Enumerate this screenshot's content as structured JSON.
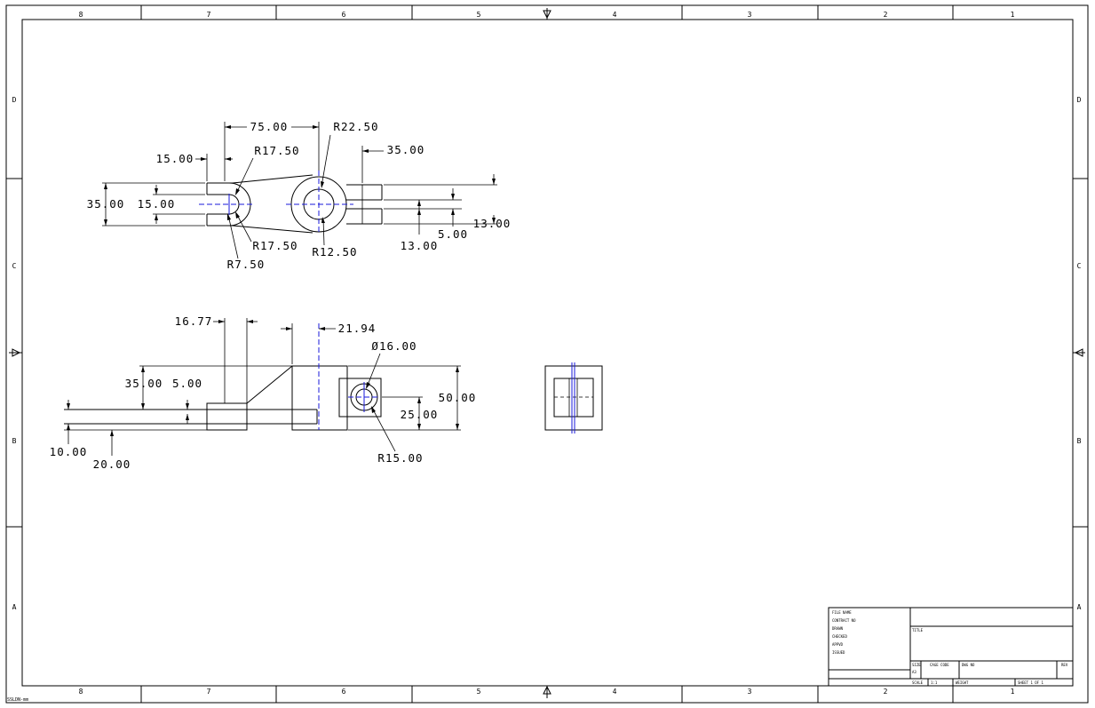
{
  "zones": {
    "columns": [
      "8",
      "7",
      "6",
      "5",
      "4",
      "3",
      "2",
      "1"
    ],
    "rows": [
      "D",
      "C",
      "B",
      "A"
    ]
  },
  "top_view": {
    "dims": {
      "d75": "75.00",
      "r22": "R22.50",
      "d35a": "35.00",
      "r17a": "R17.50",
      "d15a": "15.00",
      "d35b": "35.00",
      "d15b": "15.00",
      "d13a": "13.00",
      "d5": "5.00",
      "d13b": "13.00",
      "r17b": "R17.50",
      "r12": "R12.50",
      "r7": "R7.50"
    }
  },
  "front_view": {
    "dims": {
      "d1677": "16.77",
      "d2194": "21.94",
      "phi16": "Ø16.00",
      "d35": "35.00",
      "d5": "5.00",
      "d50": "50.00",
      "d25": "25.00",
      "d10": "10.00",
      "d20": "20.00",
      "r15": "R15.00"
    }
  },
  "title_block": {
    "file_name": "FILE NAME",
    "contract_no": "CONTRACT NO",
    "drawn": "DRAWN",
    "checked": "CHECKED",
    "approved": "APPVD",
    "issued": "ISSUED",
    "title": "TITLE",
    "size_label": "SIZE",
    "size_value": "A3",
    "cage_code": "CAGE CODE",
    "dwg_no": "DWG NO",
    "rev": "REV",
    "scale_label": "SCALE",
    "scale_value": "1:1",
    "weight": "WEIGHT",
    "sheet": "SHEET 1 OF 1"
  },
  "footer_label": "SSLDN-mm"
}
